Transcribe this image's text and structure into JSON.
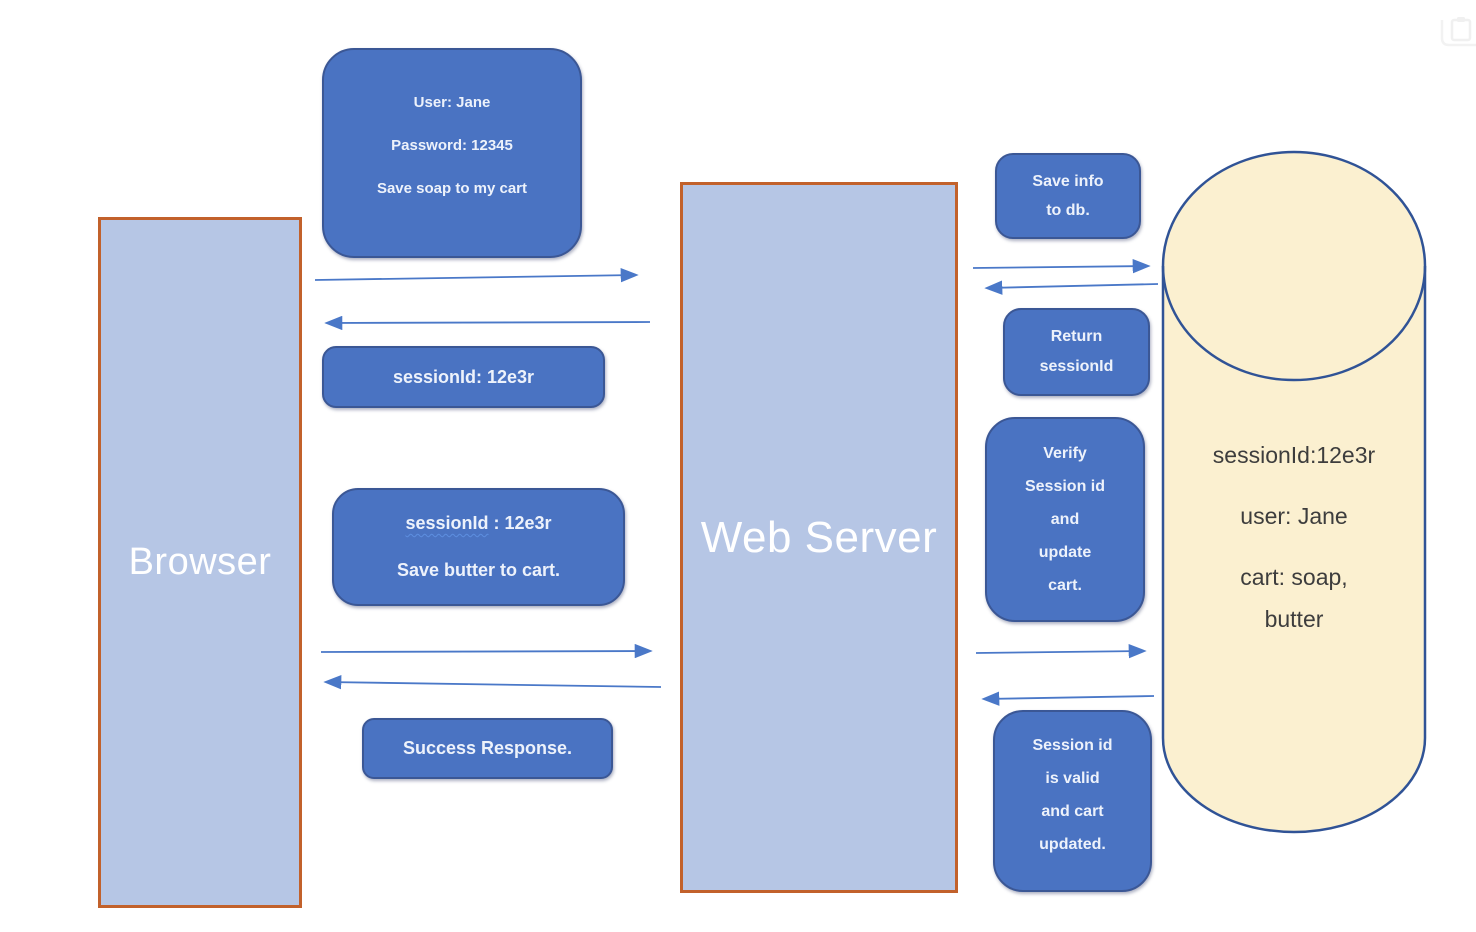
{
  "diagram": {
    "browser": {
      "label": "Browser"
    },
    "web_server": {
      "label": "Web Server"
    },
    "database": {
      "line1": "sessionId:12e3r",
      "line2": "user: Jane",
      "line3": "cart: soap,",
      "line4": "butter"
    },
    "login_request": {
      "line1": "User: Jane",
      "line2": "Password: 12345",
      "line3": "Save soap to my cart"
    },
    "session_response": {
      "label": "sessionId: 12e3r"
    },
    "cart_request": {
      "line1_word": "sessionId",
      "line1_rest": " : 12e3r",
      "line2": "Save butter to cart."
    },
    "success_response": {
      "label": "Success Response."
    },
    "save_info": {
      "line1": "Save info",
      "line2": "to db."
    },
    "return_session": {
      "line1": "Return",
      "line2": "sessionId"
    },
    "verify_session": {
      "line1": "Verify",
      "line2": "Session id",
      "line3": "and",
      "line4": "update",
      "line5": "cart."
    },
    "session_valid": {
      "line1": "Session id",
      "line2": "is valid",
      "line3": "and cart",
      "line4": "updated."
    }
  },
  "icons": {
    "corner_icon": "clipboard-icon"
  },
  "colors": {
    "message_fill": "#4a73c2",
    "message_border": "#3b5795",
    "message_text": "#edf2fb",
    "actor_fill": "#b6c6e5",
    "actor_border": "#c2612b",
    "actor_text": "#ffffff",
    "db_fill": "#fbf0d0",
    "db_border": "#305396",
    "db_text": "#3d3d3d",
    "arrow": "#4a78c8"
  }
}
